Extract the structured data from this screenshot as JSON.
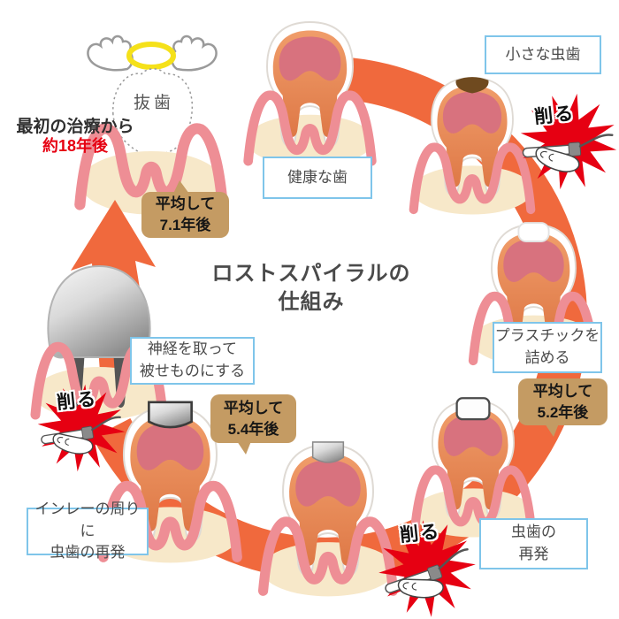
{
  "title": {
    "text": "ロストスパイラルの\n仕組み"
  },
  "header_note": {
    "line1": "最初の治療から",
    "line2": "約18年後"
  },
  "angel": {
    "label": "抜歯"
  },
  "stages": {
    "healthy": "健康な歯",
    "small_cavity": "小さな虫歯",
    "fill_plastic": "プラスチックを\n詰める",
    "cavity_recurs": "虫歯の\n再発",
    "inlay_recurs": "インレーの周りに\n虫歯の再発",
    "crown": "神経を取って\n被せものにする"
  },
  "durations": {
    "after_plastic": "平均して\n5.2年後",
    "after_inlay": "平均して\n5.4年後",
    "after_crown": "平均して\n7.1年後"
  },
  "action_drill": "削る",
  "icons": {
    "drill_burst": "explosion-starburst",
    "drill_tool": "dental-drill-handpiece",
    "angel_wings": "angel-wings",
    "angel_halo": "halo-ring",
    "cycle_arc": "circular-cycle-arc",
    "escape_arrow": "up-arrow"
  },
  "colors": {
    "arc_orange": "#f0693d",
    "gum_pink": "#ee8e95",
    "bone_cream": "#f7e8c9",
    "dentin_orange": "#e78a58",
    "pulp_rose": "#d8727e",
    "label_border_blue": "#7fc5ea",
    "bubble_tan": "#c49b63",
    "burst_red": "#e60012",
    "accent_red_text": "#e60012",
    "halo_yellow": "#f5e11a",
    "cavity_brown": "#6f4a1f",
    "title_gray": "#4a4a4a"
  }
}
